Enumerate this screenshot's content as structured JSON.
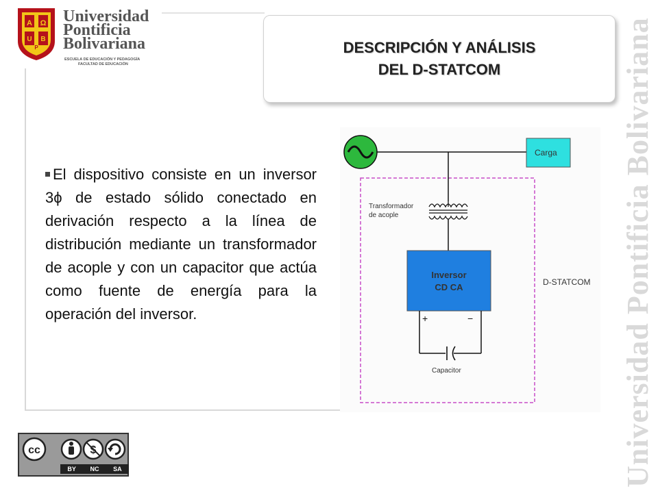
{
  "logo": {
    "line1": "Universidad",
    "line2": "Pontificia",
    "line3": "Bolivariana",
    "school1": "ESCUELA DE EDUCACIÓN Y PEDAGOGÍA",
    "school2": "FACULTAD DE EDUCACIÓN",
    "shield_letters": [
      "A",
      "Ω",
      "U",
      "P",
      "B"
    ]
  },
  "title": {
    "line1": "DESCRIPCIÓN Y ANÁLISIS",
    "line2": "DEL D-STATCOM"
  },
  "body_text": "El dispositivo consiste en un inversor 3ϕ de estado sólido conectado en derivación respecto a la línea de distribución mediante un transformador de acople y con un capacitor que actúa como fuente de energía para la operación del inversor.",
  "diagram": {
    "load_label": "Carga",
    "transformer_label_1": "Transformador",
    "transformer_label_2": "de acople",
    "inverter_label_1": "Inversor",
    "inverter_label_2": "CD CA",
    "plus": "+",
    "minus": "−",
    "capacitor_label": "Capacitor",
    "dstatcom_label": "D-STATCOM"
  },
  "watermark": "Universidad Pontificia Bolivariana",
  "license": {
    "labels": [
      "BY",
      "NC",
      "SA"
    ],
    "cc_text": "cc"
  },
  "colors": {
    "source_green": "#2db83d",
    "box_cyan": "#2ee0e0",
    "inverter_blue": "#1f7fe0",
    "dashed_magenta": "#c84cc8",
    "shield_red": "#b5121b",
    "shield_yellow": "#f2c618"
  }
}
